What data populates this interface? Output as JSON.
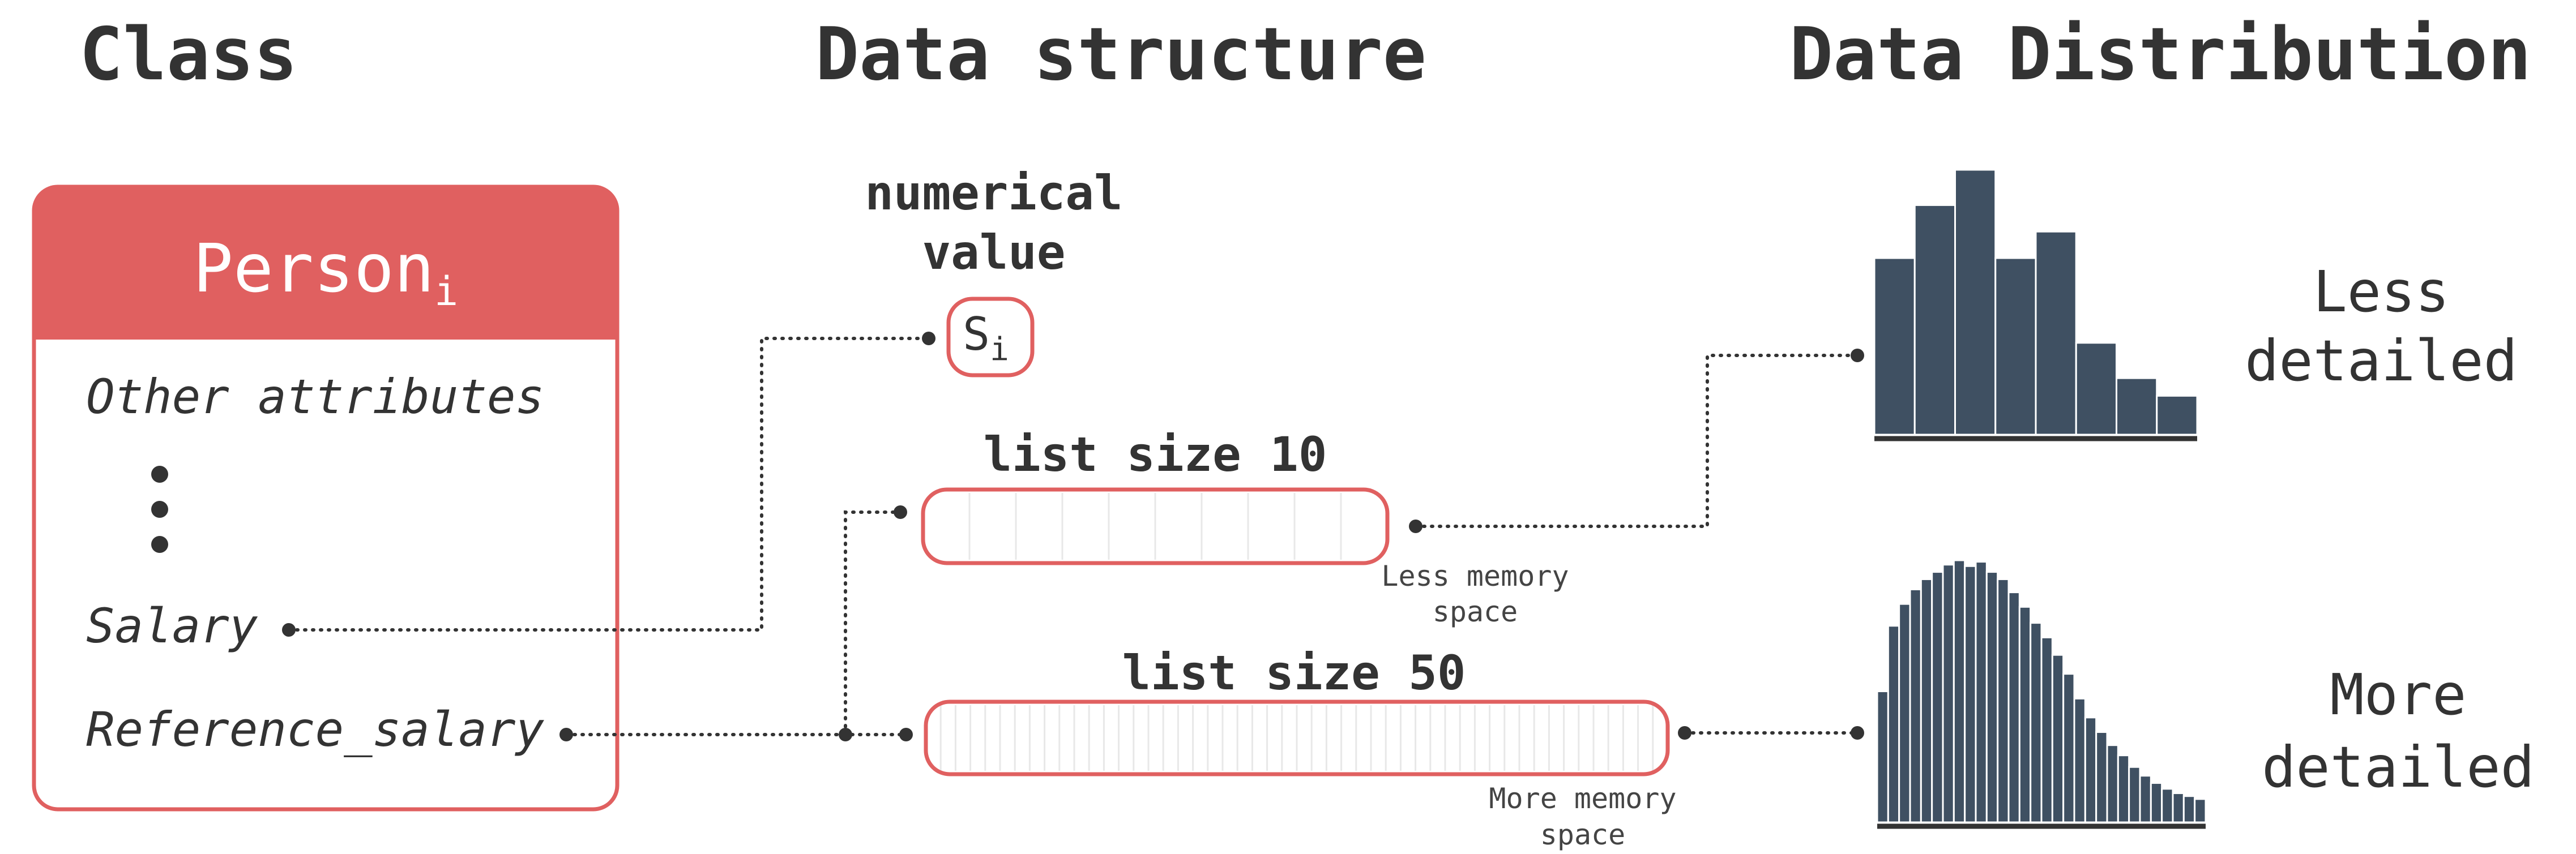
{
  "headings": {
    "class": "Class",
    "structure": "Data structure",
    "distribution": "Data Distribution"
  },
  "class_box": {
    "title": "Person",
    "title_subscript": "i",
    "header_color": "#e06060",
    "other_attributes": "Other attributes",
    "salary": "Salary",
    "reference_salary": "Reference_salary"
  },
  "numerical": {
    "label_line1": "numerical",
    "label_line2": "value",
    "symbol": "S",
    "symbol_subscript": "i"
  },
  "list_small": {
    "label": "list size 10",
    "size": 10,
    "note_line1": "Less memory",
    "note_line2": "space"
  },
  "list_large": {
    "label": "list size 50",
    "size": 50,
    "note_line1": "More memory",
    "note_line2": "space"
  },
  "chart_data": [
    {
      "type": "bar",
      "bar_color": "#3f5062",
      "values": [
        100,
        130,
        150,
        100,
        115,
        52,
        32,
        22
      ],
      "label_line1": "Less",
      "label_line2": "detailed"
    },
    {
      "type": "bar",
      "bar_color": "#3f5062",
      "values": [
        90,
        135,
        150,
        160,
        167,
        172,
        177,
        180,
        176,
        179,
        172,
        167,
        158,
        148,
        137,
        127,
        115,
        102,
        85,
        72,
        62,
        53,
        46,
        38,
        32,
        27,
        23,
        20,
        18,
        16
      ],
      "label_line1": "More",
      "label_line2": "detailed"
    }
  ],
  "colors": {
    "accent": "#e06060",
    "bars": "#3f5062",
    "text": "#333333"
  }
}
